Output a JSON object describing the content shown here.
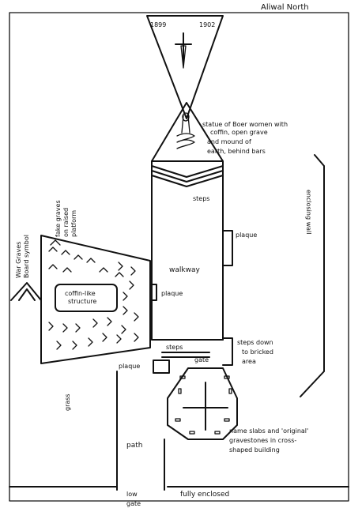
{
  "title": "Aliwal North",
  "dates": {
    "start": "1899",
    "end": "1902"
  },
  "labels": {
    "statue": [
      "statue of Boer women with",
      "coffin, open grave",
      "and mound of",
      "earth, behind bars"
    ],
    "steps_top": "steps",
    "plaque_right": "plaque",
    "walkway": "walkway",
    "plaque_left": "plaque",
    "coffin": [
      "coffin-like",
      "structure"
    ],
    "war_graves": [
      "War Graves",
      "Board symbol"
    ],
    "fake_graves": [
      "fake graves",
      "on raised",
      "platform"
    ],
    "enclosing_wall": "enclosing wall",
    "steps_mid": "steps",
    "gate": "gate",
    "steps_down": [
      "steps down",
      "to bricked",
      "area"
    ],
    "plaque_bottom": "plaque",
    "grass": "grass",
    "name_slabs": [
      "name slabs and 'original'",
      "gravestones in cross-",
      "shaped building"
    ],
    "path": "path",
    "low_gate": [
      "low",
      "gate"
    ],
    "fully_enclosed": "fully enclosed"
  }
}
